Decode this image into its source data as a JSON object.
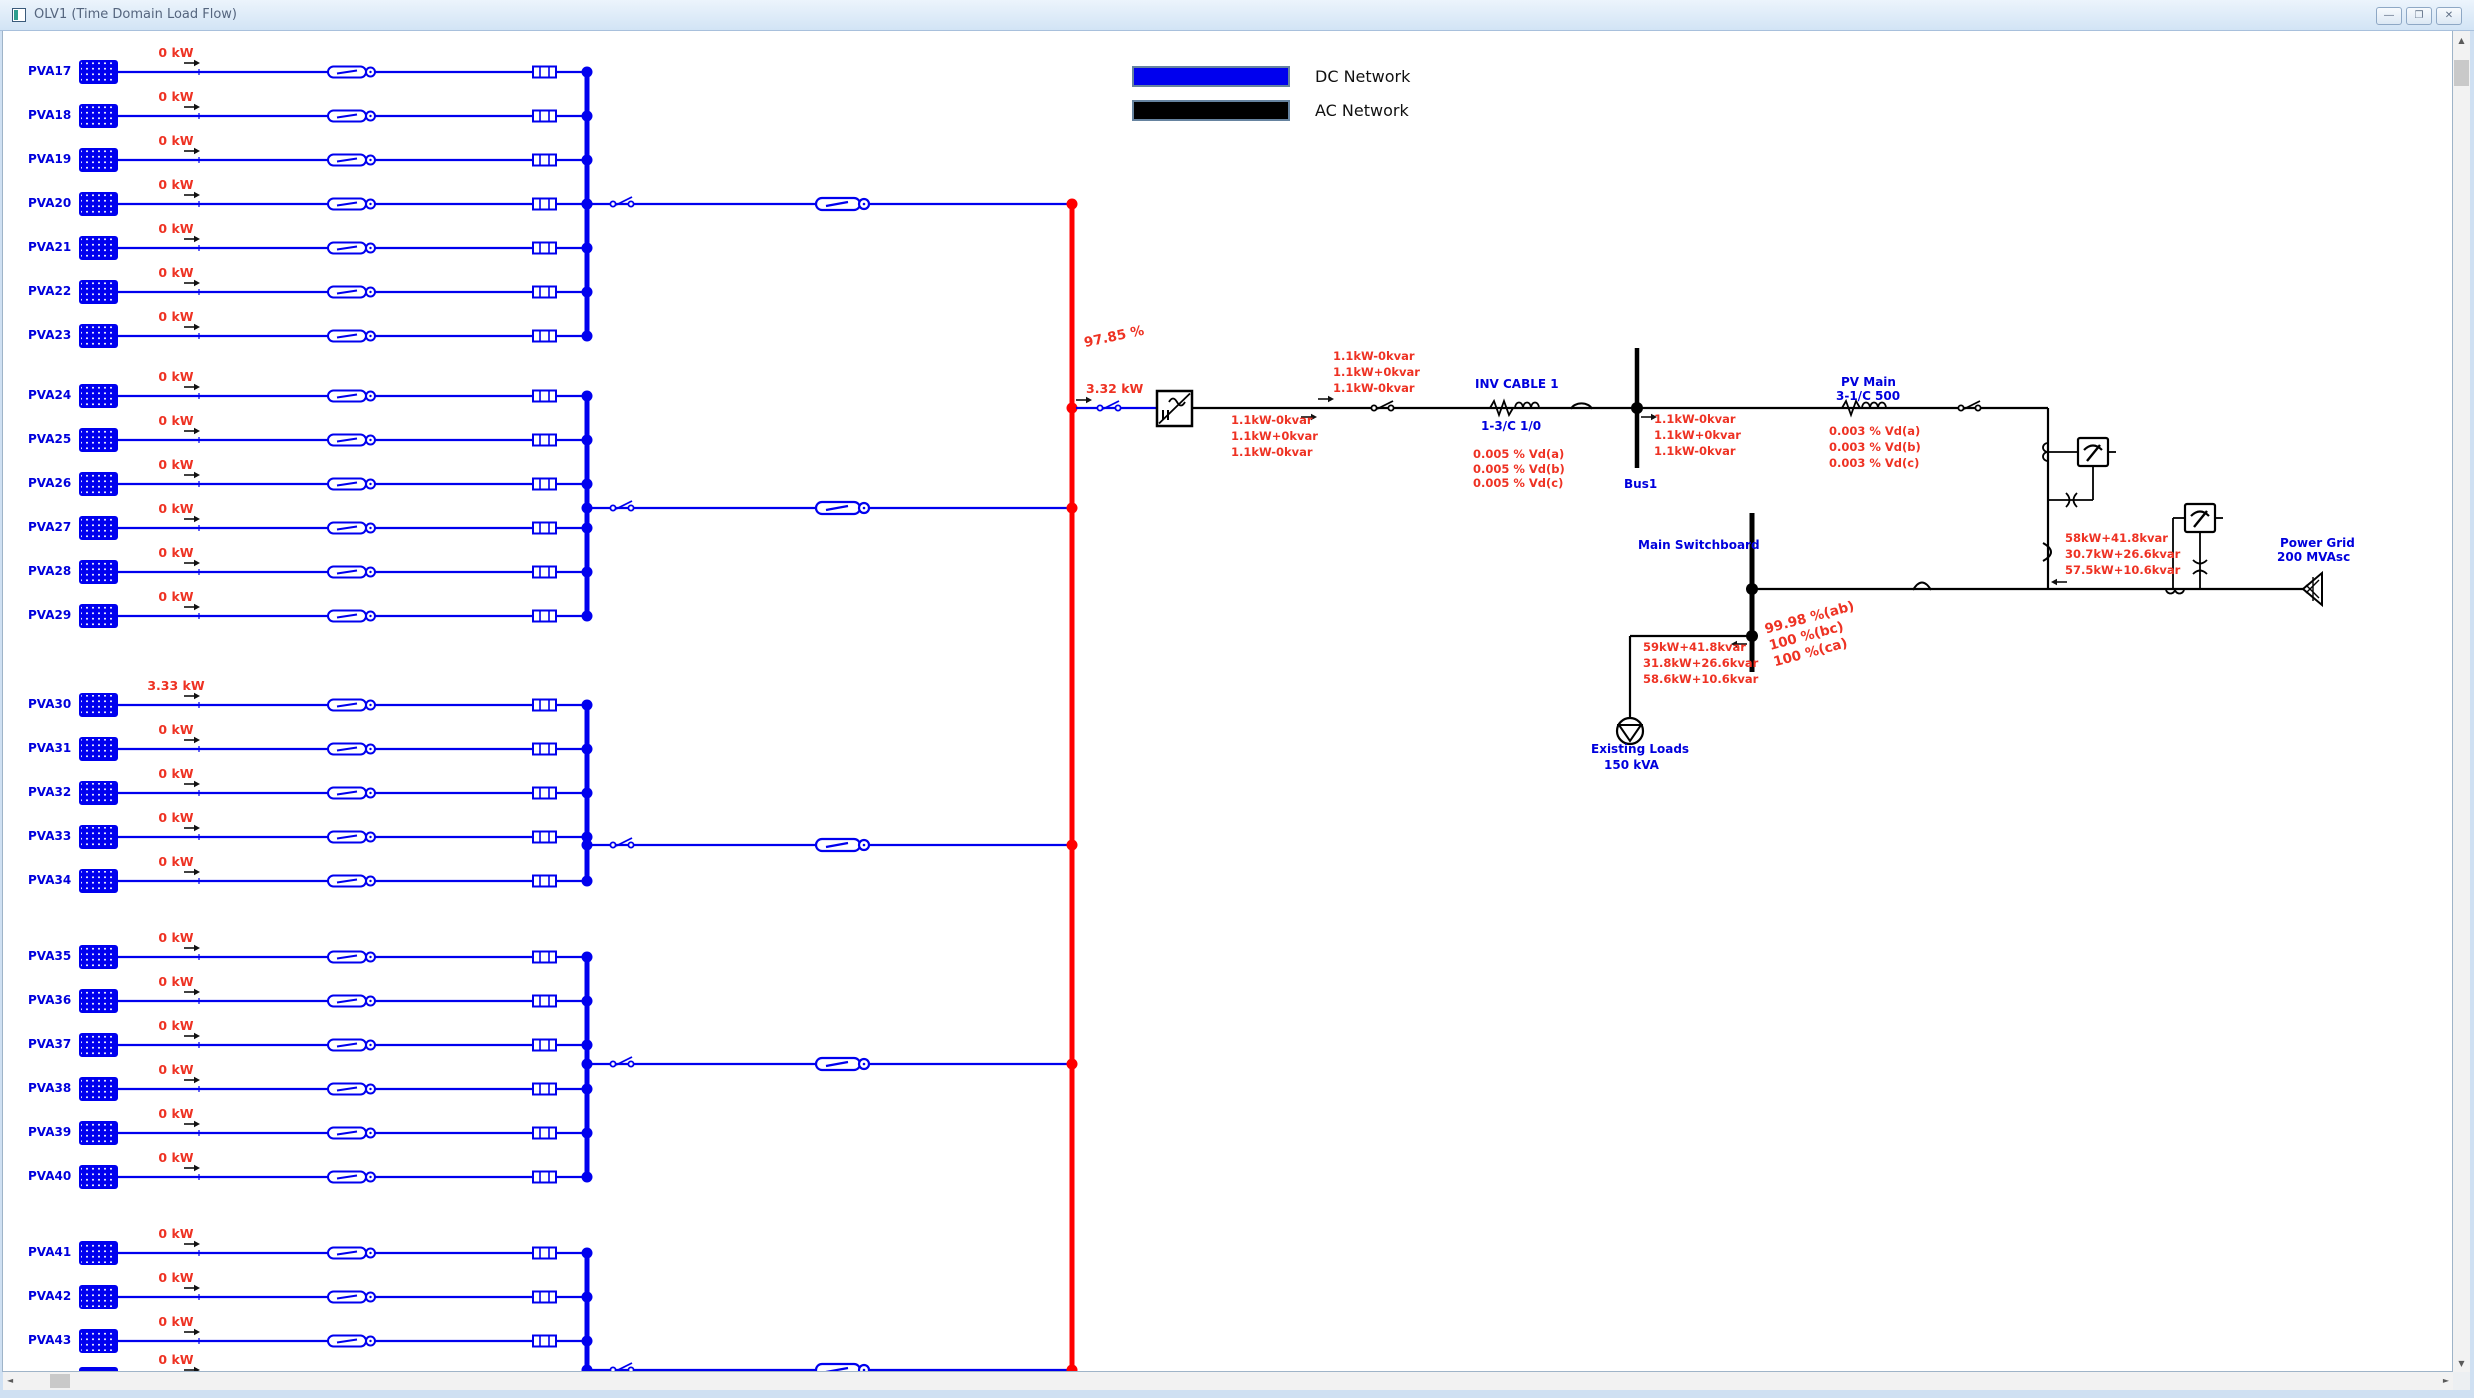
{
  "window": {
    "title": "OLV1 (Time Domain Load Flow)"
  },
  "icons": {
    "minimize": "—",
    "restore": "❐",
    "close": "✕",
    "scroll_up": "▲",
    "scroll_down": "▼",
    "scroll_left": "◄",
    "scroll_right": "►"
  },
  "legend": {
    "items": [
      {
        "label": "DC Network",
        "color": "#0000ee"
      },
      {
        "label": "AC Network",
        "color": "#000000"
      }
    ]
  },
  "colors": {
    "dc_line": "#0000ee",
    "dc_bus_highlight": "#ff0000",
    "ac_line": "#000000",
    "result_text": "#ee3223",
    "device_label": "#0000dd"
  },
  "pv_groups": [
    {
      "rows": [
        {
          "name": "PVA17",
          "kw": "0 kW"
        },
        {
          "name": "PVA18",
          "kw": "0 kW"
        },
        {
          "name": "PVA19",
          "kw": "0 kW"
        },
        {
          "name": "PVA20",
          "kw": "0 kW"
        },
        {
          "name": "PVA21",
          "kw": "0 kW"
        },
        {
          "name": "PVA22",
          "kw": "0 kW"
        },
        {
          "name": "PVA23",
          "kw": "0 kW"
        }
      ]
    },
    {
      "rows": [
        {
          "name": "PVA24",
          "kw": "0 kW"
        },
        {
          "name": "PVA25",
          "kw": "0 kW"
        },
        {
          "name": "PVA26",
          "kw": "0 kW"
        },
        {
          "name": "PVA27",
          "kw": "0 kW"
        },
        {
          "name": "PVA28",
          "kw": "0 kW"
        },
        {
          "name": "PVA29",
          "kw": "0 kW"
        }
      ]
    },
    {
      "rows": [
        {
          "name": "PVA30",
          "kw": "3.33 kW"
        },
        {
          "name": "PVA31",
          "kw": "0 kW"
        },
        {
          "name": "PVA32",
          "kw": "0 kW"
        },
        {
          "name": "PVA33",
          "kw": "0 kW"
        },
        {
          "name": "PVA34",
          "kw": "0 kW"
        }
      ]
    },
    {
      "rows": [
        {
          "name": "PVA35",
          "kw": "0 kW"
        },
        {
          "name": "PVA36",
          "kw": "0 kW"
        },
        {
          "name": "PVA37",
          "kw": "0 kW"
        },
        {
          "name": "PVA38",
          "kw": "0 kW"
        },
        {
          "name": "PVA39",
          "kw": "0 kW"
        },
        {
          "name": "PVA40",
          "kw": "0 kW"
        }
      ]
    },
    {
      "rows": [
        {
          "name": "PVA41",
          "kw": "0 kW"
        },
        {
          "name": "PVA42",
          "kw": "0 kW"
        },
        {
          "name": "PVA43",
          "kw": "0 kW"
        },
        {
          "name": "",
          "kw": "0 kW",
          "partial": true
        }
      ]
    }
  ],
  "dc_bus": {
    "percent": "97.85 %",
    "kw": "3.32 kW"
  },
  "ac": {
    "flow_inverter_ac": {
      "lines": [
        "1.1kW-0kvar",
        "1.1kW+0kvar",
        "1.1kW-0kvar"
      ]
    },
    "flow_into_bus1": {
      "lines": [
        "1.1kW-0kvar",
        "1.1kW+0kvar",
        "1.1kW-0kvar"
      ]
    },
    "flow_out_bus1": {
      "lines": [
        "1.1kW-0kvar",
        "1.1kW+0kvar",
        "1.1kW-0kvar"
      ]
    },
    "inv_cable": {
      "name": "INV CABLE 1",
      "size": "1-3/C 1/0",
      "vd": [
        "0.005 % Vd(a)",
        "0.005 % Vd(b)",
        "0.005 % Vd(c)"
      ]
    },
    "bus1": {
      "name": "Bus1"
    },
    "pv_main": {
      "name": "PV Main",
      "size": "3-1/C 500",
      "vd": [
        "0.003 % Vd(a)",
        "0.003 % Vd(b)",
        "0.003 % Vd(c)"
      ]
    },
    "msb": {
      "name": "Main Switchboard",
      "percent_lines": [
        "99.98 %(ab)",
        "100 %(bc)",
        "100 %(ca)"
      ]
    },
    "grid_flow": {
      "lines": [
        "58kW+41.8kvar",
        "30.7kW+26.6kvar",
        "57.5kW+10.6kvar"
      ]
    },
    "load_flow": {
      "lines": [
        "59kW+41.8kvar",
        "31.8kW+26.6kvar",
        "58.6kW+10.6kvar"
      ]
    },
    "load": {
      "name": "Existing Loads",
      "rating": "150 kVA"
    },
    "grid": {
      "name": "Power Grid",
      "rating": "200 MVAsc"
    }
  }
}
